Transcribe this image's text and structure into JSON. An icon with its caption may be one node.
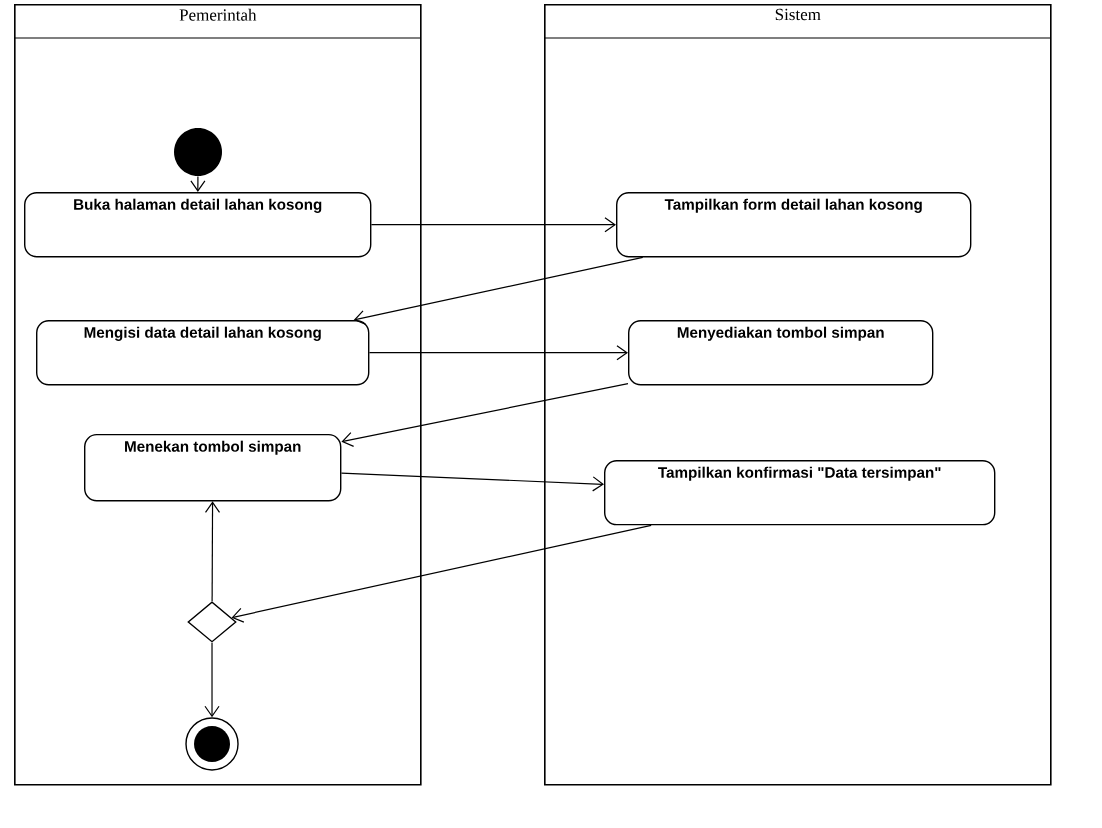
{
  "diagram": {
    "nodes": [
      {
        "text": [
          "Pemerintah"
        ]
      },
      {
        "text": [
          "Sistem"
        ]
      },
      {
        "text": [],
        "shape": "circle",
        "in": 0
      },
      {
        "text": [
          "Buka halaman detail lahan kosong"
        ],
        "in": 0
      },
      {
        "text": [
          "Tampilkan form detail lahan kosong"
        ],
        "in": 1
      },
      {
        "text": [
          "Mengisi data detail lahan kosong"
        ],
        "in": 0
      },
      {
        "text": [
          "Menyediakan tombol simpan"
        ],
        "in": 1
      },
      {
        "text": [
          "Menekan tombol simpan"
        ],
        "in": 0
      },
      {
        "text": [
          "Tampilkan konfirmasi \"Data tersimpan\""
        ],
        "in": 1
      },
      {
        "text": [],
        "shape": "diamond",
        "in": 0
      },
      {
        "text": [],
        "shape": "final",
        "in": 0
      }
    ],
    "edges": [
      {
        "from": 2,
        "to": 3,
        "arrow": "to"
      },
      {
        "from": 3,
        "to": 4,
        "arrow": "to"
      },
      {
        "from": 4,
        "to": 5,
        "arrow": "to"
      },
      {
        "from": 5,
        "to": 6,
        "arrow": "to"
      },
      {
        "from": 6,
        "to": 7,
        "arrow": "to"
      },
      {
        "from": 7,
        "to": 8,
        "arrow": "to"
      },
      {
        "from": 8,
        "to": 9,
        "arrow": "to"
      },
      {
        "from": 9,
        "to": 7,
        "arrow": "to"
      },
      {
        "from": 9,
        "to": 10,
        "arrow": "to"
      }
    ]
  }
}
